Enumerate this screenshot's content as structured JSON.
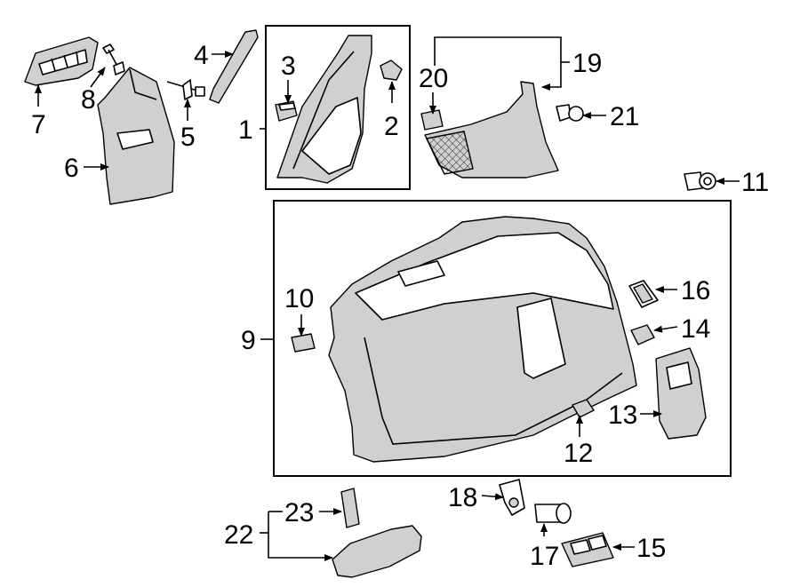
{
  "callouts": {
    "c1": "1",
    "c2": "2",
    "c3": "3",
    "c4": "4",
    "c5": "5",
    "c6": "6",
    "c7": "7",
    "c8": "8",
    "c9": "9",
    "c10": "10",
    "c11": "11",
    "c12": "12",
    "c13": "13",
    "c14": "14",
    "c15": "15",
    "c16": "16",
    "c17": "17",
    "c18": "18",
    "c19": "19",
    "c20": "20",
    "c21": "21",
    "c22": "22",
    "c23": "23"
  },
  "colors": {
    "line": "#000000",
    "shade": "#d0d0d0",
    "background": "#ffffff"
  }
}
